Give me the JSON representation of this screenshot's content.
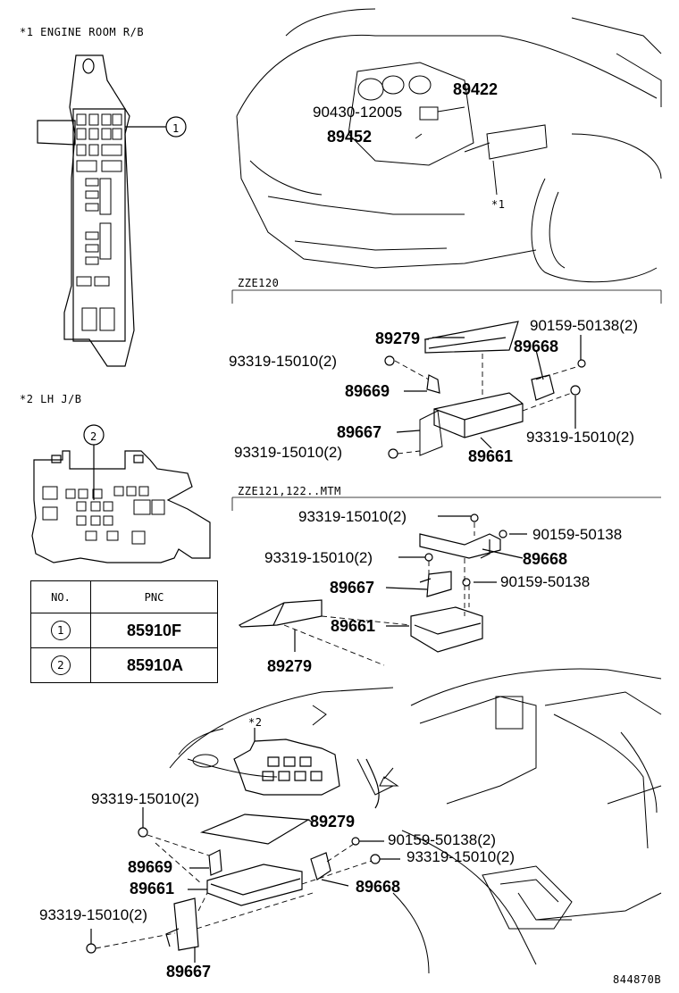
{
  "headers": {
    "engine_room": "*1 ENGINE ROOM R/B",
    "lh_jb": "*2 LH J/B",
    "zze120": "ZZE120",
    "zze121": "ZZE121,122..MTM"
  },
  "pnc_table": {
    "col_no": "NO.",
    "col_pnc": "PNC",
    "rows": [
      {
        "no": "1",
        "pnc": "85910F"
      },
      {
        "no": "2",
        "pnc": "85910A"
      }
    ]
  },
  "callouts": {
    "c1": "1",
    "c2": "2",
    "star1": "*1",
    "star2": "*2"
  },
  "top_labels": {
    "p89422": "89422",
    "p90430": "90430-12005",
    "p89452": "89452"
  },
  "zze120_labels": {
    "p89279": "89279",
    "p90159": "90159-50138(2)",
    "p93319a": "93319-15010(2)",
    "p89668": "89668",
    "p89669": "89669",
    "p89667": "89667",
    "p93319b": "93319-15010(2)",
    "p93319c": "93319-15010(2)",
    "p89661": "89661"
  },
  "zze121_labels": {
    "p93319a": "93319-15010(2)",
    "p90159a": "90159-50138",
    "p93319b": "93319-15010(2)",
    "p89668": "89668",
    "p89667": "89667",
    "p90159b": "90159-50138",
    "p89661": "89661",
    "p89279": "89279"
  },
  "bottom_labels": {
    "p93319a": "93319-15010(2)",
    "p89279": "89279",
    "p90159": "90159-50138(2)",
    "p93319b": "93319-15010(2)",
    "p89669": "89669",
    "p89661": "89661",
    "p89668": "89668",
    "p93319c": "93319-15010(2)",
    "p89667": "89667"
  },
  "figure_id": "844870B"
}
